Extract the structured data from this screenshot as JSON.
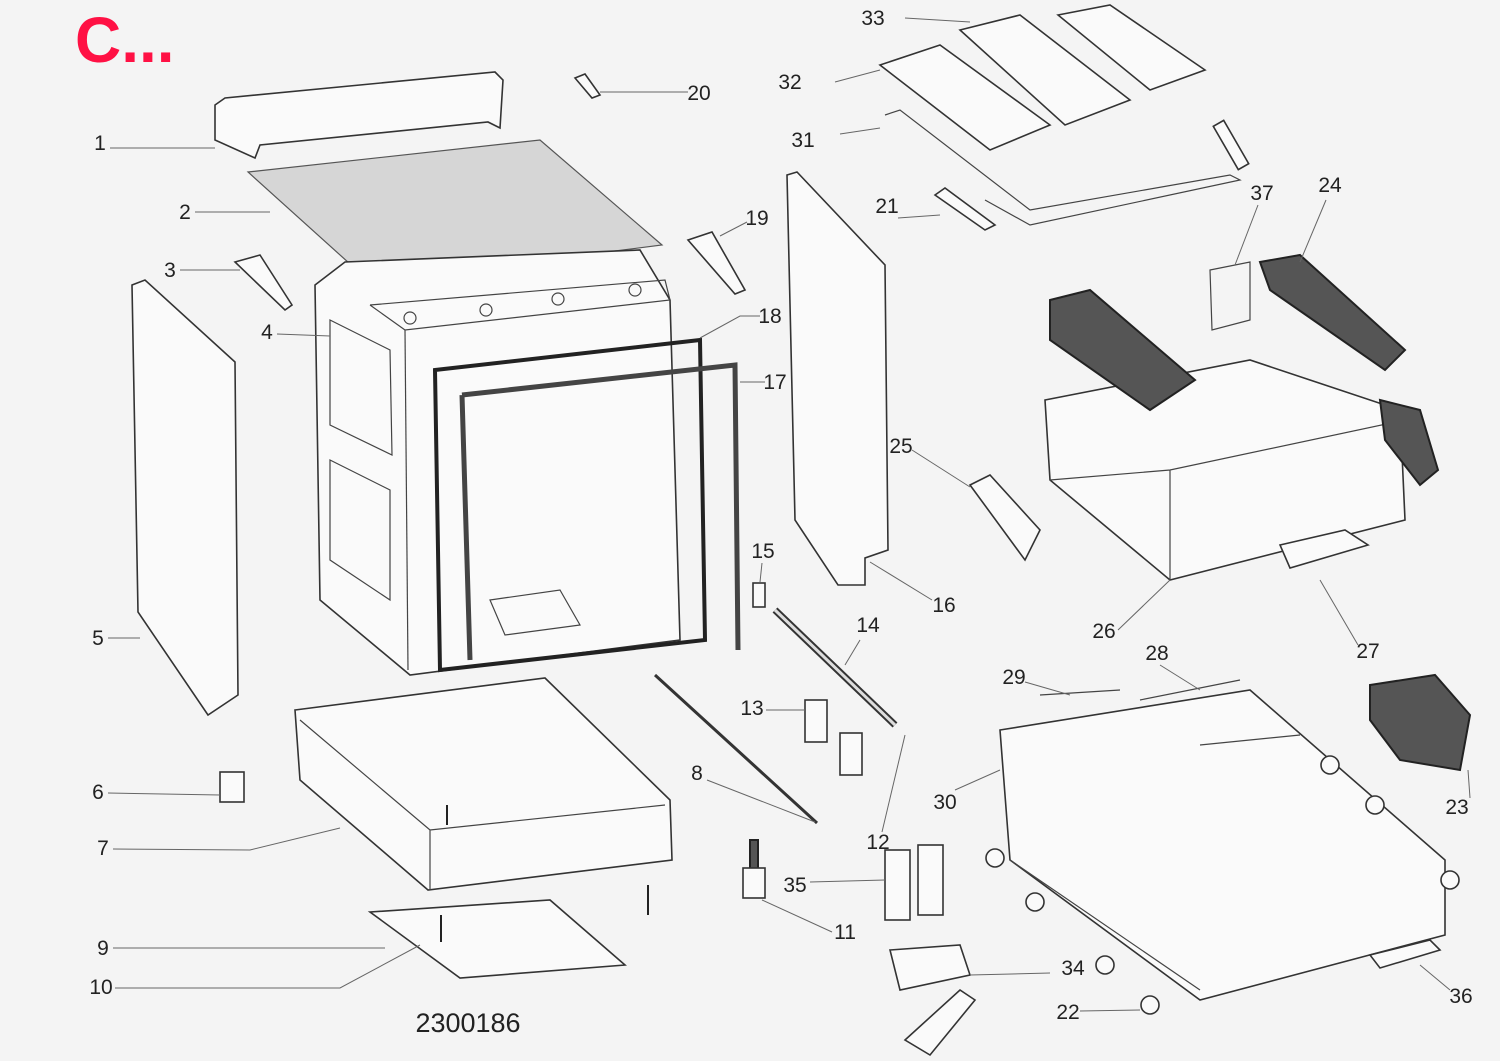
{
  "header": {
    "title": "C...",
    "accent_color": "#ff1144"
  },
  "diagram": {
    "part_number": "2300186",
    "callouts": [
      "1",
      "2",
      "3",
      "4",
      "5",
      "6",
      "7",
      "8",
      "9",
      "10",
      "11",
      "12",
      "13",
      "14",
      "15",
      "16",
      "17",
      "18",
      "19",
      "20",
      "21",
      "22",
      "23",
      "24",
      "25",
      "26",
      "27",
      "28",
      "29",
      "30",
      "31",
      "32",
      "33",
      "34",
      "35",
      "36",
      "37"
    ]
  }
}
